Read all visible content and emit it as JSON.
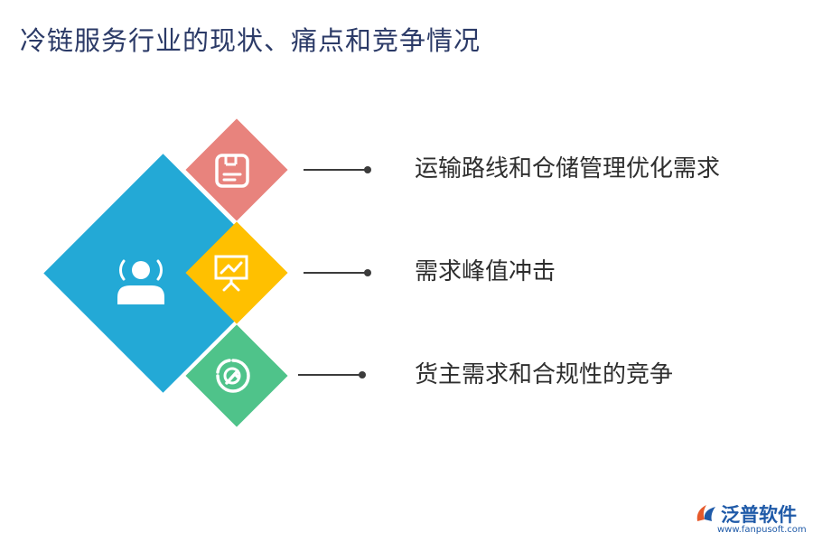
{
  "title": "冷链服务行业的现状、痛点和竞争情况",
  "center_icon": "user-icon",
  "items": [
    {
      "label": "运输路线和仓储管理优化需求",
      "icon": "document-icon",
      "color": "#e8837d"
    },
    {
      "label": "需求峰值冲击",
      "icon": "presentation-chart-icon",
      "color": "#ffc000"
    },
    {
      "label": "货主需求和合规性的竞争",
      "icon": "pie-chart-icon",
      "color": "#4fc38a"
    }
  ],
  "main_color": "#23a9d6",
  "logo": {
    "name": "泛普软件",
    "url": "www.fanpusoft.com"
  }
}
